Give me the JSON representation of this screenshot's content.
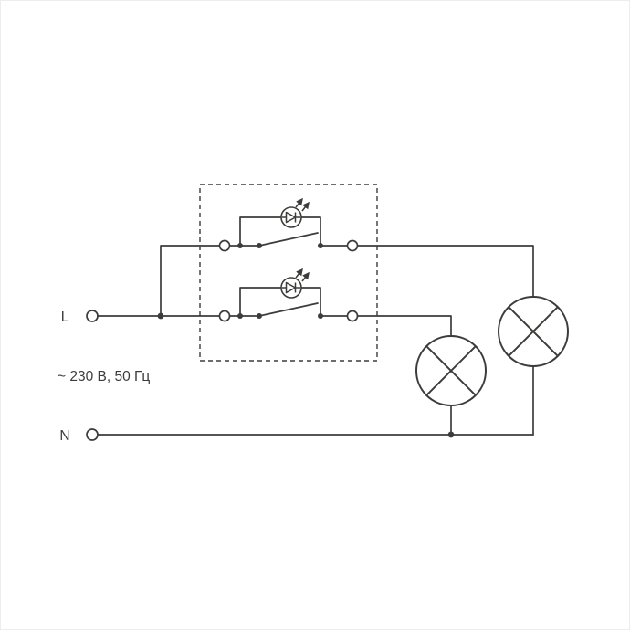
{
  "diagram": {
    "type": "electrical-wiring-schematic",
    "description": "Two-gang switch with LED indicators controlling two lamps",
    "labels": {
      "line_terminal": "L",
      "neutral_terminal": "N",
      "voltage_rating": "~ 230 В, 50 Гц"
    },
    "colors": {
      "line": "#3c3c3b",
      "background": "#ffffff",
      "border": "#ededed"
    },
    "components": {
      "enclosure": "two-gang-switch-unit",
      "switches": [
        "switch-1",
        "switch-2"
      ],
      "indicators": [
        "led-indicator-1",
        "led-indicator-2"
      ],
      "lamps": [
        "lamp-1",
        "lamp-2"
      ]
    }
  }
}
